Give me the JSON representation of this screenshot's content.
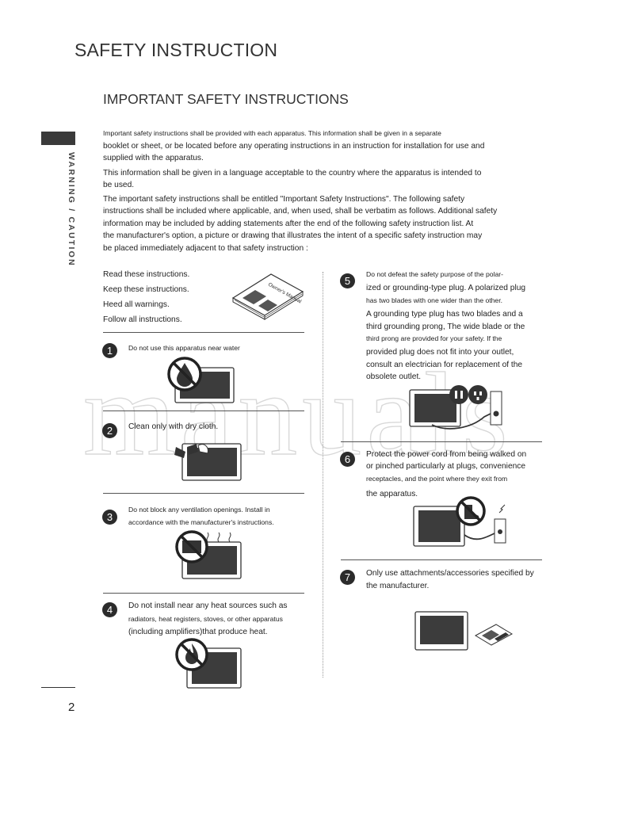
{
  "header": {
    "page_title": "SAFETY INSTRUCTION",
    "section_title": "IMPORTANT SAFETY INSTRUCTIONS",
    "side_label": "WARNING / CAUTION"
  },
  "intro": {
    "lines": [
      "Important safety instructions shall be provided with each apparatus. This information shall be given in a separate",
      "booklet or sheet, or be located before any operating instructions in an instruction for installation for use and",
      "supplied with the apparatus.",
      "This information shall be given in a language acceptable to the country where the apparatus is intended to",
      "be used.",
      "The important safety instructions shall be entitled \"Important Safety Instructions\". The following safety",
      "instructions shall be included where applicable, and, when used, shall be verbatim as follows. Additional safety",
      "information may be included by adding statements after the end of the following safety instruction list. At",
      "the manufacturer's option, a picture or drawing that illustrates the intent of a specific safety instruction may",
      "be placed immediately adjacent to that safety instruction :"
    ]
  },
  "general": {
    "lines": [
      "Read these instructions.",
      "Keep these instructions.",
      "Heed all warnings.",
      "Follow all instructions."
    ]
  },
  "items": {
    "i1": {
      "num": "1",
      "lines": [
        "Do not use this apparatus near water"
      ]
    },
    "i2": {
      "num": "2",
      "lines": [
        "Clean only with dry cloth."
      ]
    },
    "i3": {
      "num": "3",
      "lines": [
        "Do not block any ventilation openings. Install in",
        "accordance with the manufacturer's instructions."
      ]
    },
    "i4": {
      "num": "4",
      "lines": [
        "Do not install near any heat sources such as",
        "radiators, heat registers, stoves, or other apparatus",
        "(including amplifiers)that produce heat."
      ]
    },
    "i5": {
      "num": "5",
      "lines": [
        "Do not defeat the safety purpose of the polar-",
        "ized or grounding-type plug. A polarized plug",
        "has two blades with one wider than the other.",
        "A grounding type plug has two blades and a",
        "third grounding prong, The wide blade or the",
        "third prong are provided for your safety. If the",
        "provided plug does not fit into your outlet,",
        "consult an electrician for replacement of the",
        "obsolete outlet."
      ]
    },
    "i6": {
      "num": "6",
      "lines": [
        "Protect the power cord from being walked on",
        "or pinched particularly at plugs, convenience",
        "receptacles, and the point where they exit from",
        "the apparatus."
      ]
    },
    "i7": {
      "num": "7",
      "lines": [
        "Only use attachments/accessories specified by",
        "the manufacturer."
      ]
    }
  },
  "illustrations": {
    "manual_cover_text": "Owner's Manual",
    "watermark": "manuals"
  },
  "footer": {
    "page_number": "2"
  }
}
